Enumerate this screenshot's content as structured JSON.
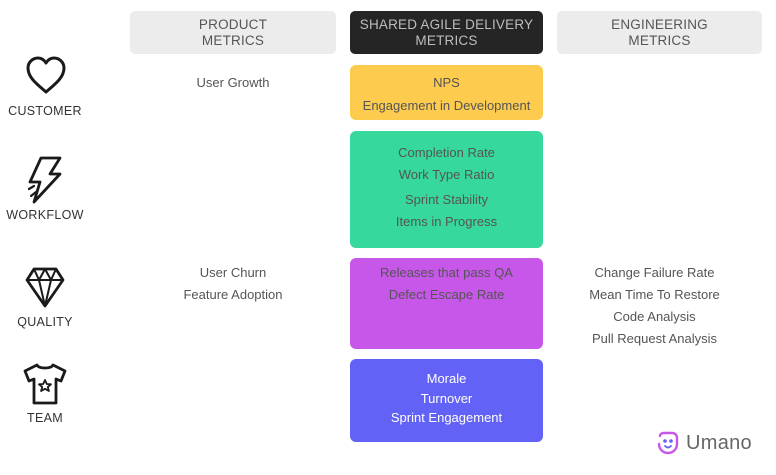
{
  "headers": {
    "product": "PRODUCT\nMETRICS",
    "shared": "SHARED AGILE DELIVERY\nMETRICS",
    "engineering": "ENGINEERING\nMETRICS"
  },
  "rows": {
    "customer": {
      "label": "CUSTOMER",
      "icon": "heart-icon",
      "product": [
        "User Growth"
      ],
      "shared": [
        "NPS",
        "Engagement in Development"
      ],
      "engineering": []
    },
    "workflow": {
      "label": "WORKFLOW",
      "icon": "lightning-icon",
      "product": [],
      "shared": [
        "Completion Rate",
        "Work Type Ratio",
        "Sprint Stability",
        "Items in Progress"
      ],
      "engineering": []
    },
    "quality": {
      "label": "QUALITY",
      "icon": "diamond-icon",
      "product": [
        "User Churn",
        "Feature Adoption"
      ],
      "shared": [
        "Releases that pass QA",
        "Defect Escape Rate"
      ],
      "engineering": [
        "Change Failure Rate",
        "Mean Time To  Restore",
        "Code Analysis",
        "Pull Request Analysis"
      ]
    },
    "team": {
      "label": "TEAM",
      "icon": "tshirt-icon",
      "product": [],
      "shared": [
        "Morale",
        "Turnover",
        "Sprint Engagement"
      ],
      "engineering": []
    }
  },
  "colors": {
    "customer": "#fdcb4e",
    "workflow": "#37d89c",
    "quality": "#c757e9",
    "team": "#6262f6",
    "header_dark": "#252525",
    "header_light": "#ececec"
  },
  "brand": {
    "name": "Umano",
    "icon": "umano-logo-icon"
  }
}
